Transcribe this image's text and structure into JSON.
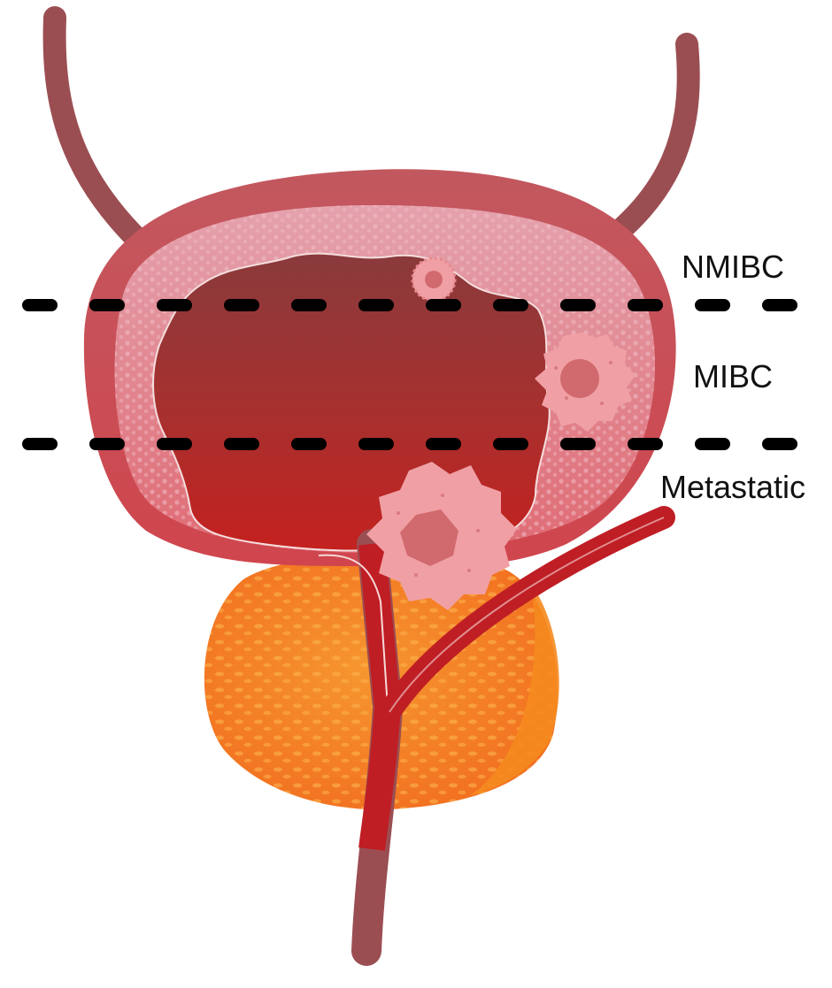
{
  "labels": {
    "nmibc": "NMIBC",
    "mibc": "MIBC",
    "metastatic": "Metastatic"
  },
  "colors": {
    "ureter": "#9b4e52",
    "bladder_wall": "#c2585f",
    "bladder_wall_inner": "#e6909b",
    "bladder_lumen_top": "#8a3a3c",
    "bladder_lumen_bottom": "#c4211f",
    "tumor": "#f0a0a4",
    "tumor_core": "#d16a6e",
    "prostate": "#f37a22",
    "prostate_light": "#f7a540",
    "urethra": "#bf1e24",
    "divider": "#000000"
  }
}
